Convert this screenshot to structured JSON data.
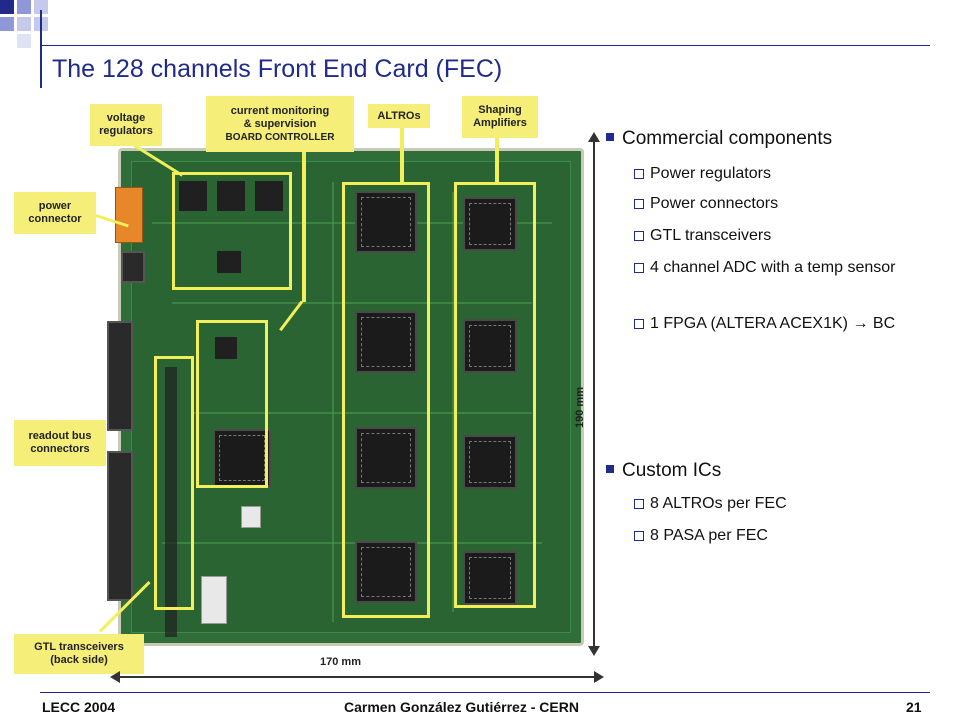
{
  "slide": {
    "title": "The 128 channels Front End Card (FEC)"
  },
  "callouts": {
    "voltage_regulators": [
      "voltage",
      "regulators"
    ],
    "current_monitoring": [
      "current monitoring",
      "& supervision",
      "BOARD CONTROLLER"
    ],
    "altros": "ALTROs",
    "shaping_amplifiers": [
      "Shaping",
      "Amplifiers"
    ],
    "power_connector": [
      "power",
      "connector"
    ],
    "readout_bus": [
      "readout bus",
      "connectors"
    ],
    "gtl_transceivers": [
      "GTL transceivers",
      "(back side)"
    ]
  },
  "dimensions": {
    "height": "190 mm",
    "width": "170 mm"
  },
  "bullets": {
    "commercial": {
      "heading": "Commercial components",
      "items": [
        "Power regulators",
        "Power connectors",
        "GTL transceivers",
        "4 channel ADC with a temp sensor",
        "1 FPGA (ALTERA ACEX1K) → BC"
      ]
    },
    "custom": {
      "heading": "Custom ICs",
      "items": [
        "8 ALTROs per FEC",
        "8 PASA per FEC"
      ]
    }
  },
  "footer": {
    "left": "LECC 2004",
    "center": "Carmen González Gutiérrez - CERN",
    "page": "21"
  },
  "colors": {
    "accent": "#1f2a8a",
    "callout": "#f5ee78",
    "frame": "#f3ef5a",
    "board": "#2f6e38"
  }
}
